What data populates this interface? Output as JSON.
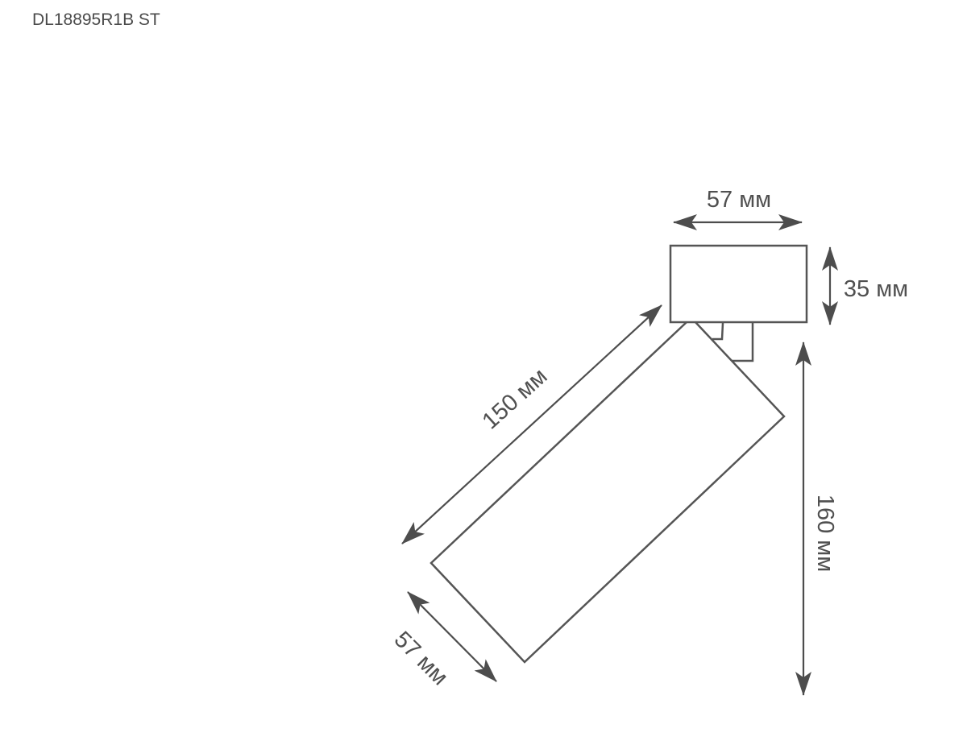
{
  "title": "DL18895R1B ST",
  "dimensions": {
    "top_width": "57 мм",
    "top_height": "35 мм",
    "body_length": "150 мм",
    "total_height": "160 мм",
    "body_diameter": "57 мм"
  },
  "colors": {
    "line": "#555555",
    "arrow": "#4d4d4d"
  }
}
